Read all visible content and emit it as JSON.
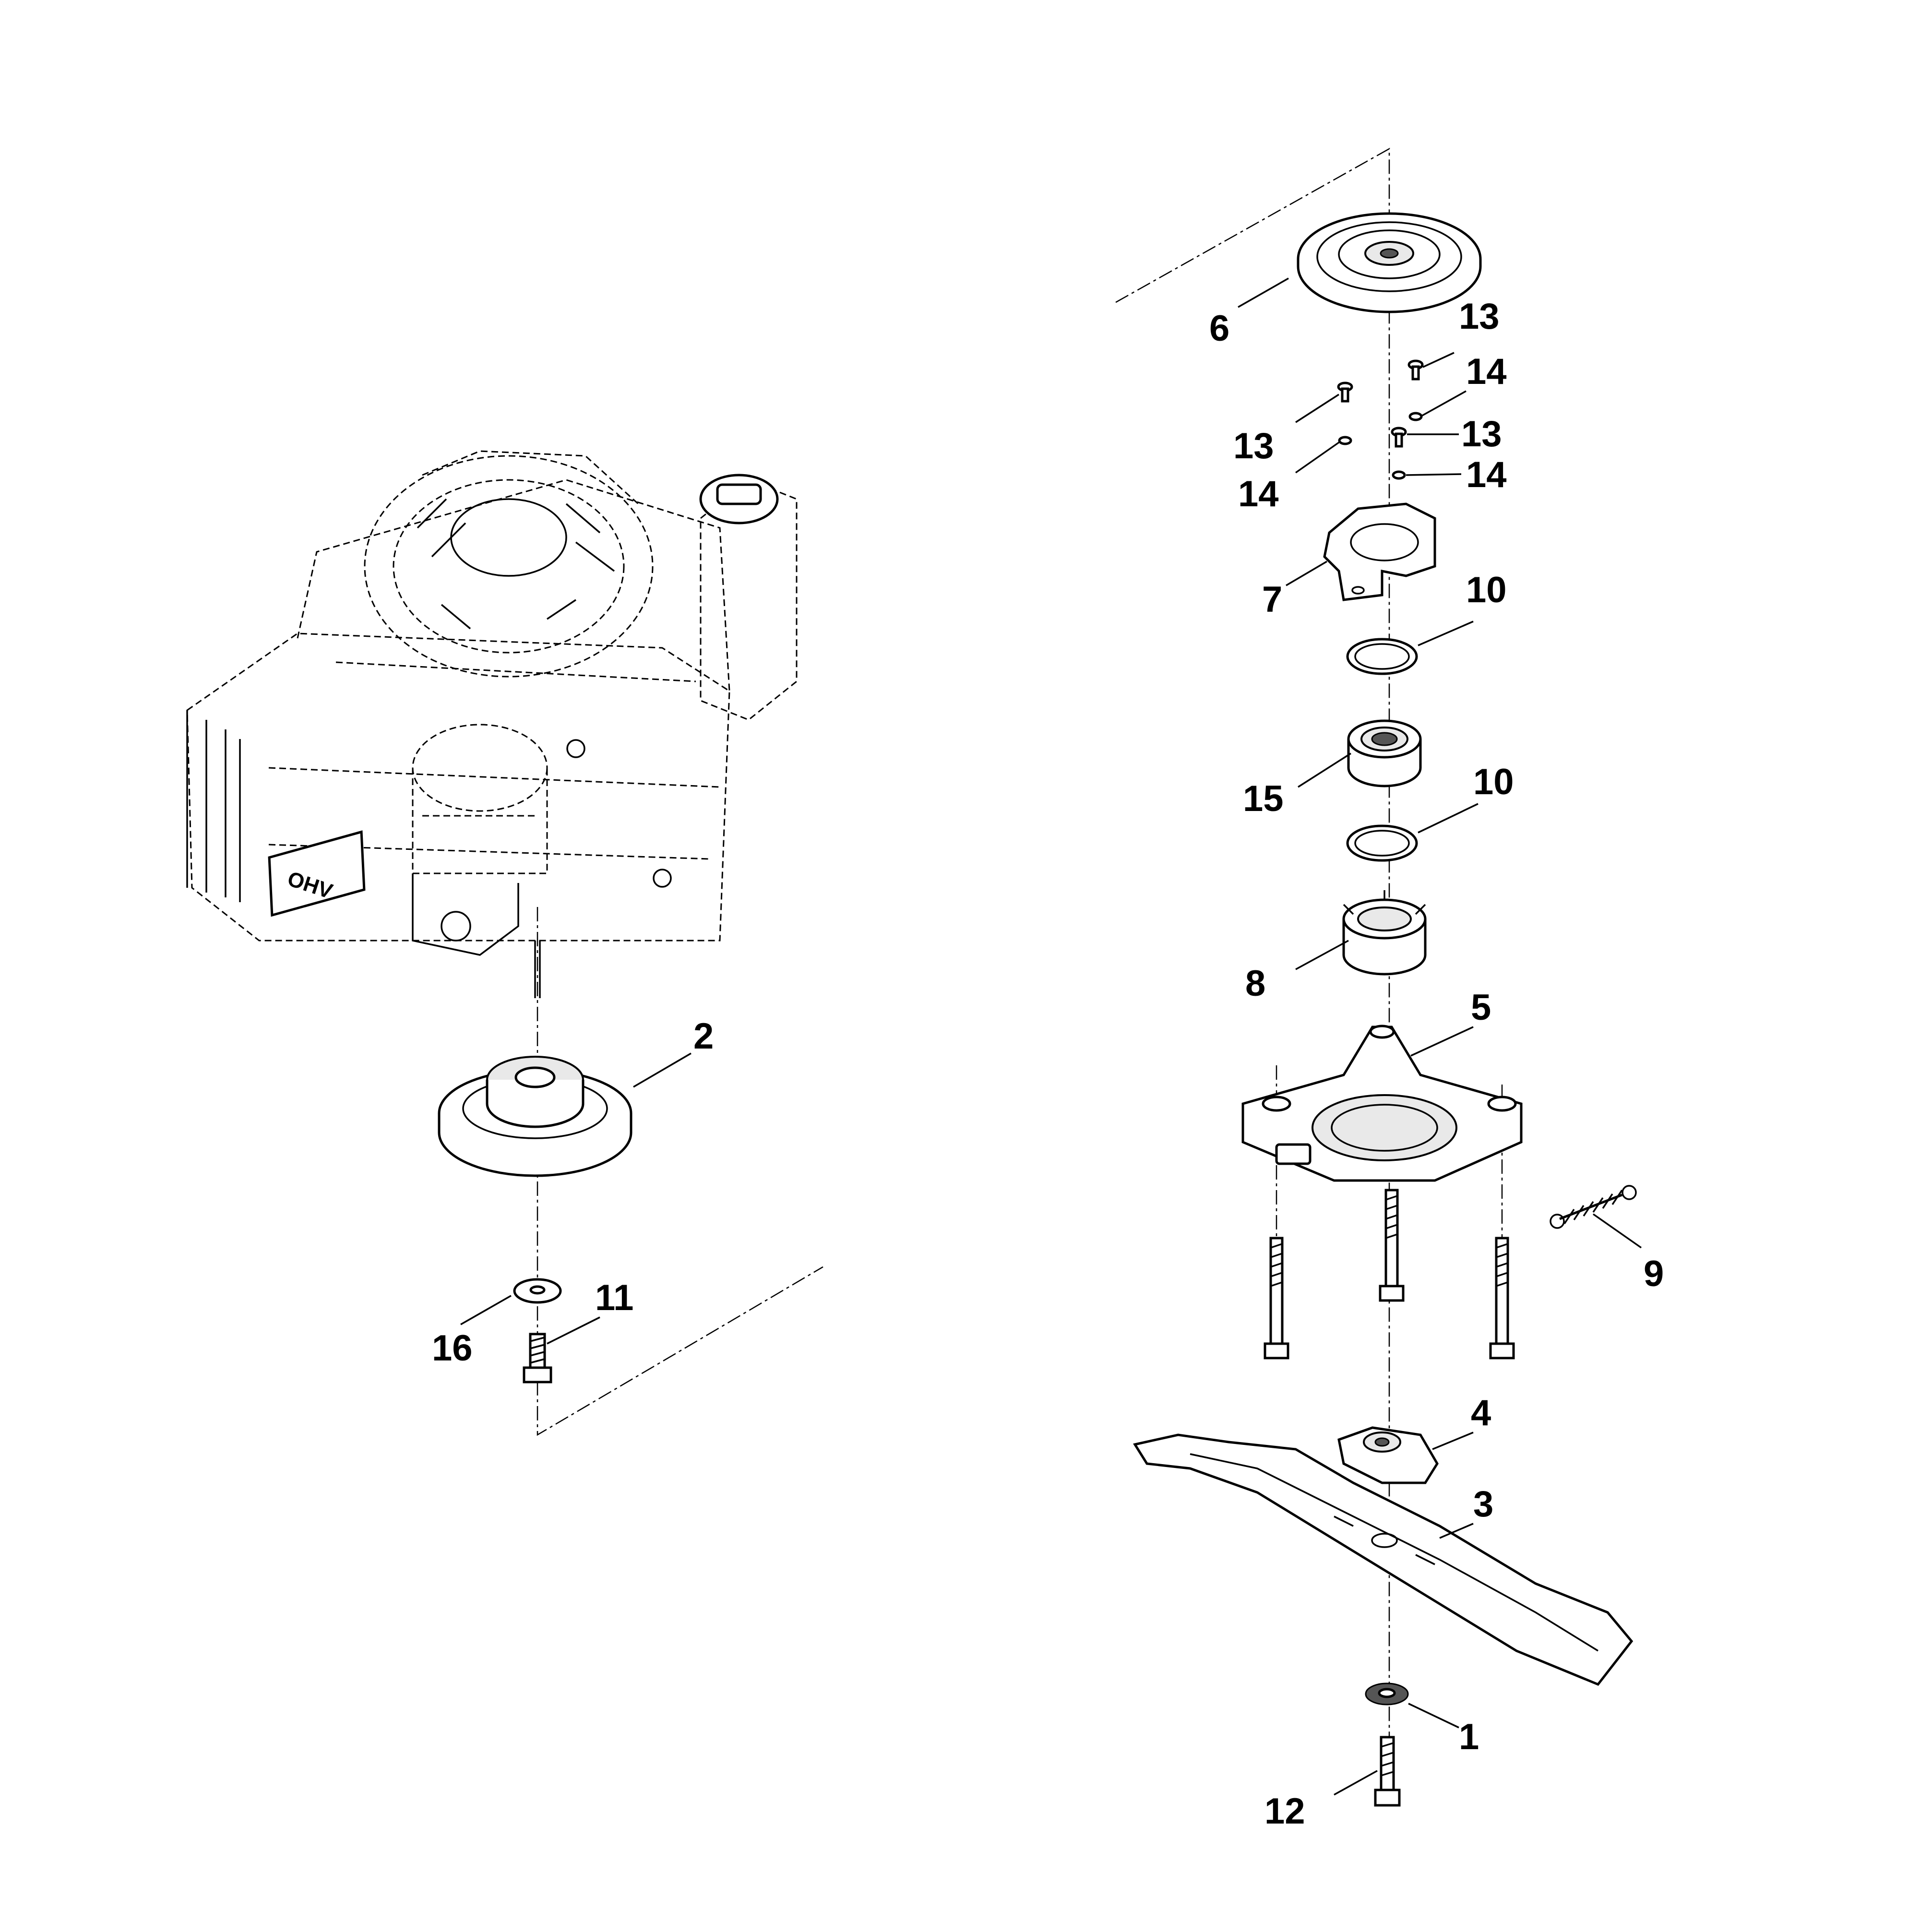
{
  "callouts": [
    {
      "id": "c1",
      "label": "1"
    },
    {
      "id": "c2",
      "label": "2"
    },
    {
      "id": "c3",
      "label": "3"
    },
    {
      "id": "c4",
      "label": "4"
    },
    {
      "id": "c5",
      "label": "5"
    },
    {
      "id": "c6",
      "label": "6"
    },
    {
      "id": "c7",
      "label": "7"
    },
    {
      "id": "c8",
      "label": "8"
    },
    {
      "id": "c9",
      "label": "9"
    },
    {
      "id": "c10a",
      "label": "10"
    },
    {
      "id": "c10b",
      "label": "10"
    },
    {
      "id": "c11",
      "label": "11"
    },
    {
      "id": "c12",
      "label": "12"
    },
    {
      "id": "c13a",
      "label": "13"
    },
    {
      "id": "c13b",
      "label": "13"
    },
    {
      "id": "c13c",
      "label": "13"
    },
    {
      "id": "c14a",
      "label": "14"
    },
    {
      "id": "c14b",
      "label": "14"
    },
    {
      "id": "c14c",
      "label": "14"
    },
    {
      "id": "c15",
      "label": "15"
    },
    {
      "id": "c16",
      "label": "16"
    }
  ],
  "engine": {
    "badge_text": "OHV"
  }
}
